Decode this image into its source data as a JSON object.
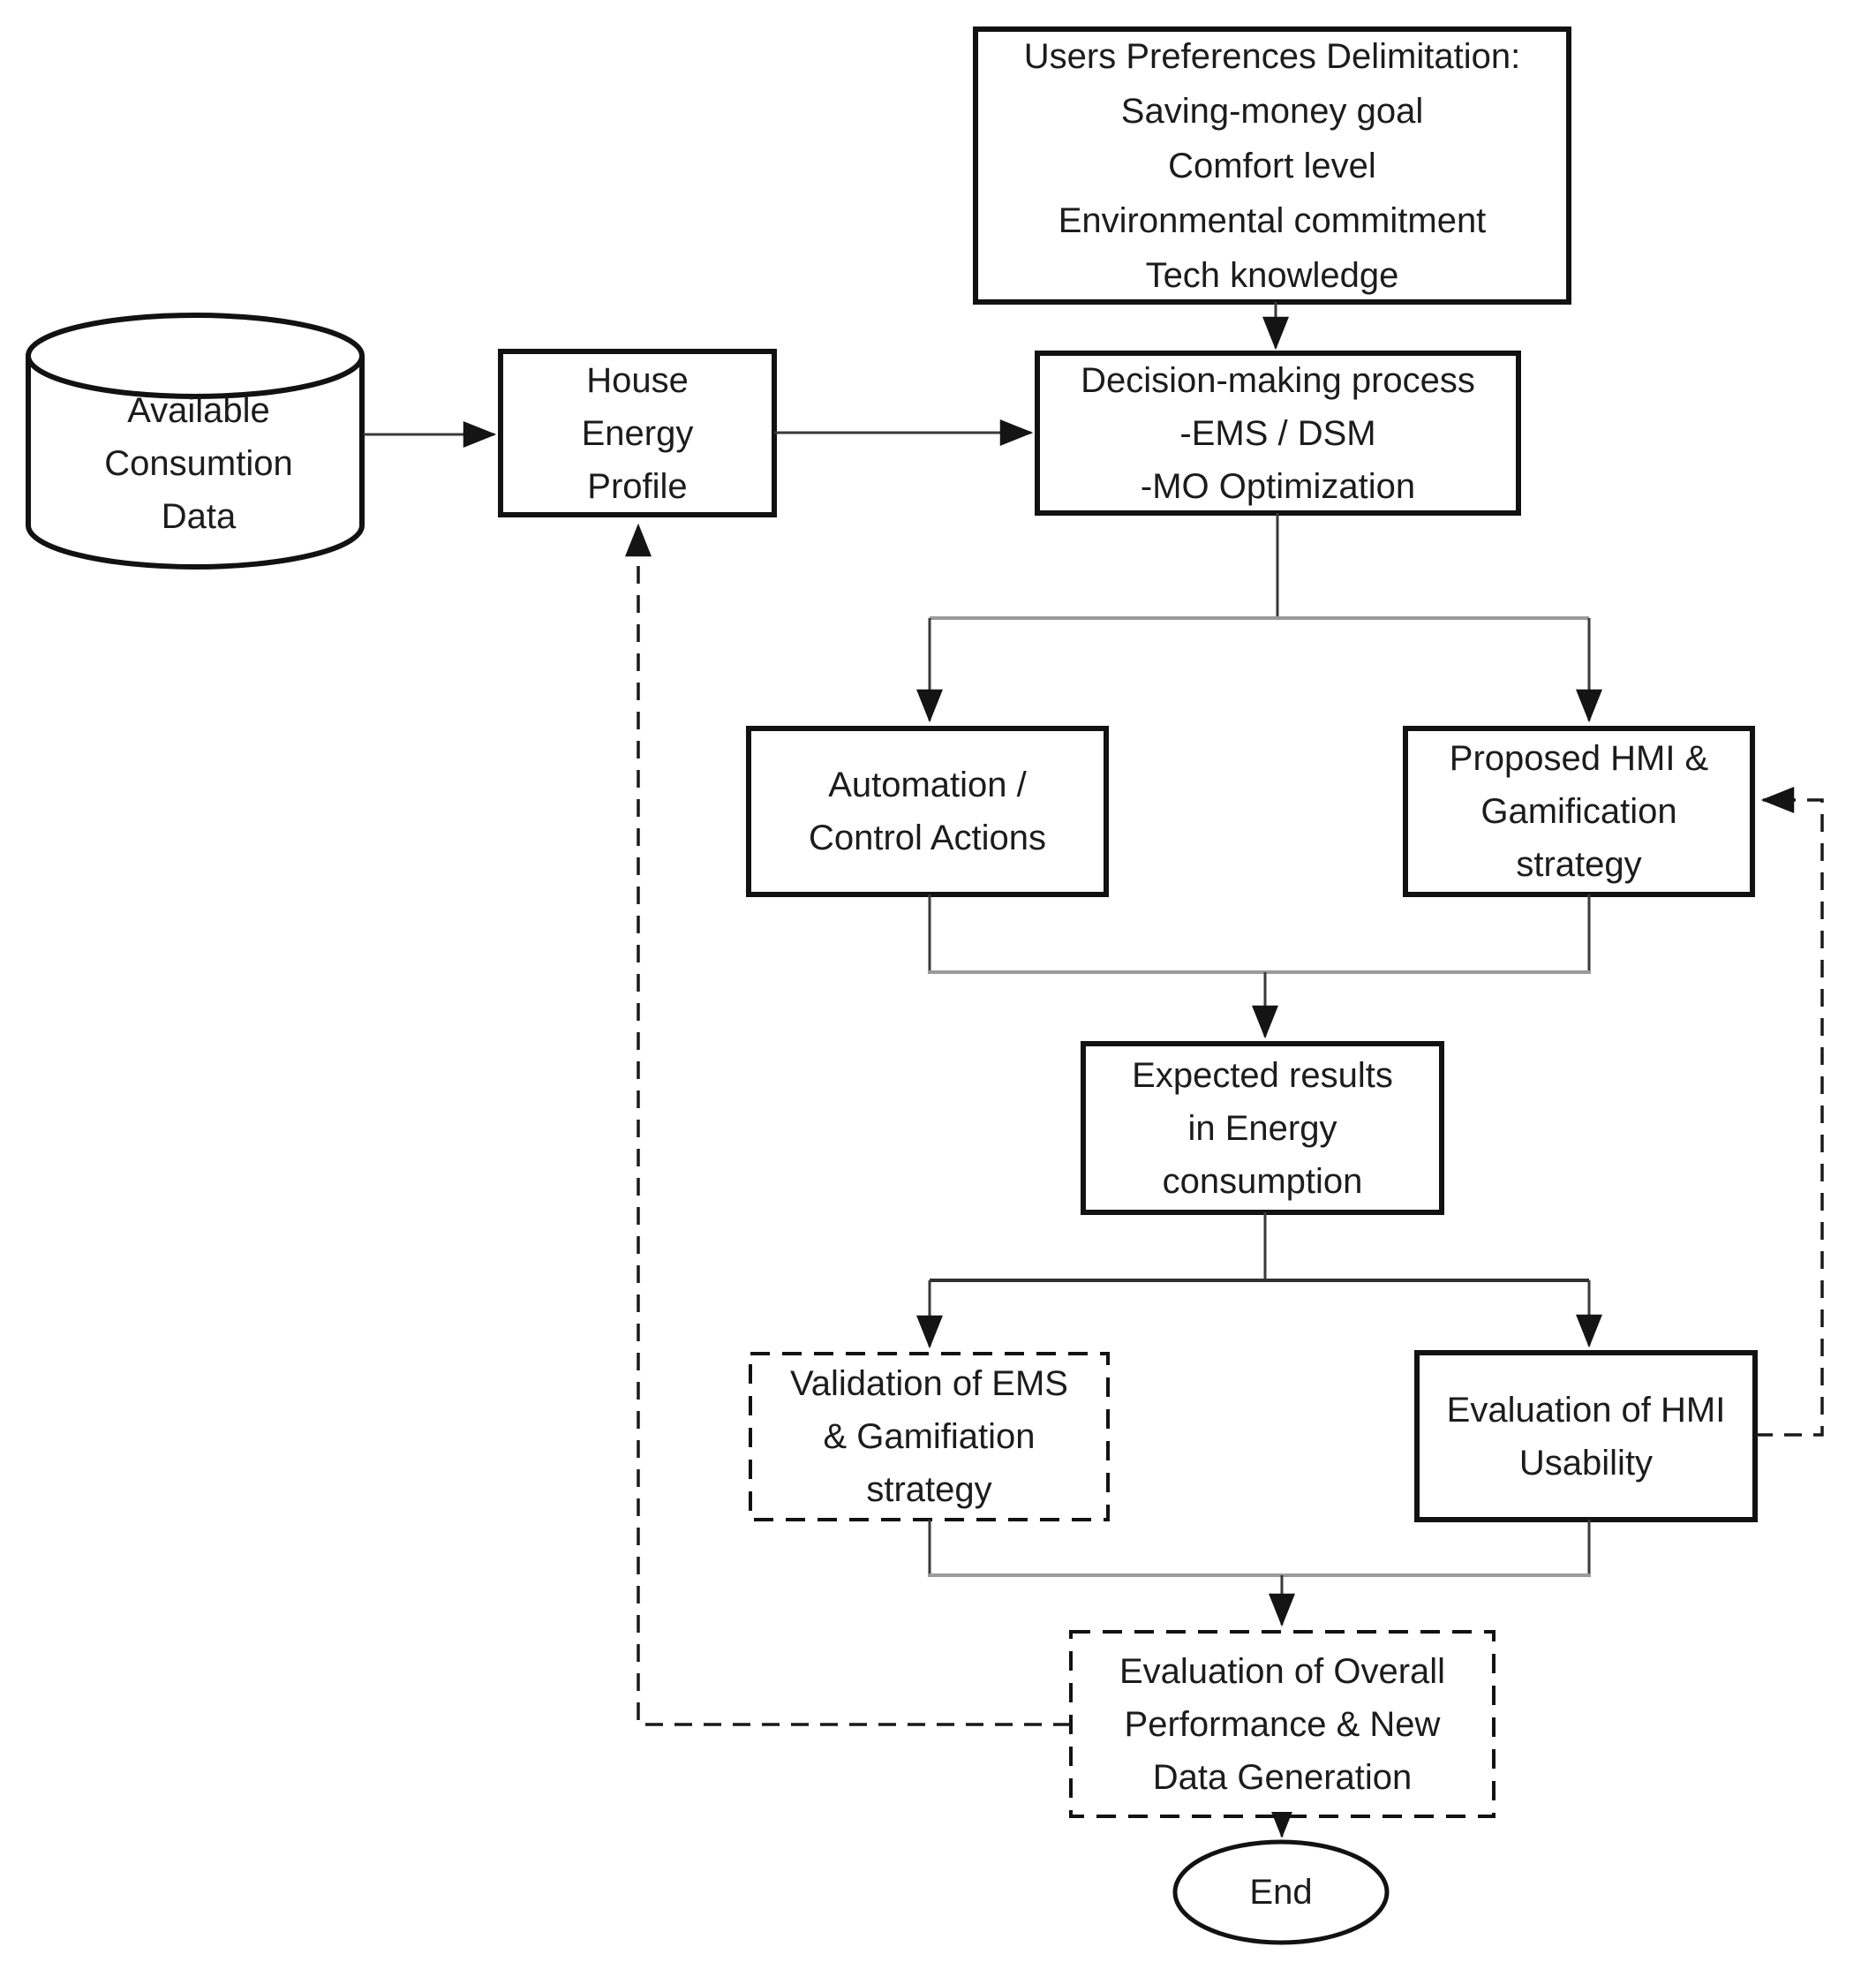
{
  "nodes": {
    "available_data": {
      "label": "Available\nConsumtion\nData",
      "shape": "cylinder"
    },
    "users_preferences": {
      "label": "Users Preferences Delimitation:\nSaving-money goal\nComfort level\nEnvironmental commitment\nTech knowledge",
      "shape": "rect"
    },
    "house_energy_profile": {
      "label": "House\nEnergy\nProfile",
      "shape": "rect"
    },
    "decision_making": {
      "label": "Decision-making process\n-EMS / DSM\n-MO Optimization",
      "shape": "rect"
    },
    "automation": {
      "label": "Automation /\nControl Actions",
      "shape": "rect"
    },
    "proposed_hmi": {
      "label": "Proposed HMI &\nGamification\nstrategy",
      "shape": "rect"
    },
    "expected_results": {
      "label": "Expected results\nin Energy\nconsumption",
      "shape": "rect"
    },
    "validation": {
      "label": "Validation of EMS\n& Gamifiation\nstrategy",
      "shape": "rect-dashed"
    },
    "evaluation_hmi": {
      "label": "Evaluation of HMI\nUsability",
      "shape": "rect"
    },
    "overall_evaluation": {
      "label": "Evaluation of Overall\nPerformance & New\nData Generation",
      "shape": "rect-dashed"
    },
    "end": {
      "label": "End",
      "shape": "ellipse"
    }
  },
  "edges": {
    "solid": [
      "available_data -> house_energy_profile",
      "house_energy_profile -> decision_making",
      "users_preferences -> decision_making",
      "decision_making -> automation",
      "decision_making -> proposed_hmi",
      "automation -> expected_results",
      "proposed_hmi -> expected_results",
      "expected_results -> validation",
      "expected_results -> evaluation_hmi",
      "validation -> overall_evaluation",
      "evaluation_hmi -> overall_evaluation",
      "overall_evaluation -> end"
    ],
    "dashed": [
      "overall_evaluation -> house_energy_profile",
      "evaluation_hmi -> proposed_hmi"
    ]
  },
  "styles": {
    "background": "#ffffff",
    "border_color": "#121212",
    "text_color": "#1c1c1c",
    "connector_color": "#3a3a3a",
    "gray_bar_color": "#9a9a9a",
    "arrow_color": "#141414"
  }
}
